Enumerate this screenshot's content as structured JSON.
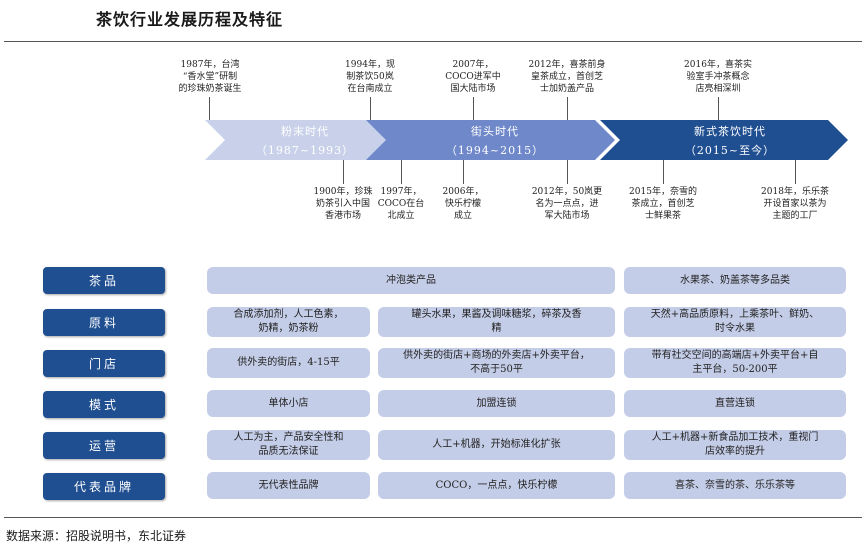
{
  "title": "茶饮行业发展历程及特征",
  "eras": [
    {
      "name": "粉末时代",
      "range": "（1987~1993）"
    },
    {
      "name": "街头时代",
      "range": "（1994~2015）"
    },
    {
      "name": "新式茶饮时代",
      "range": "（2015~至今）"
    }
  ],
  "events_top": [
    "1987年，台湾\n“香水堂”研制\n的珍珠奶茶诞生",
    "1994年，现\n制茶饮50岚\n在台南成立",
    "2007年，\nCOCO进军中\n国大陆市场",
    "2012年，喜茶前身\n皇茶成立，首创芝\n士加奶盖产品",
    "2016年，喜茶实\n验室手冲茶概念\n店亮相深圳"
  ],
  "events_bottom": [
    "1900年，珍珠\n奶茶引入中国\n香港市场",
    "1997年，\nCOCO在台\n北成立",
    "2006年，\n快乐柠檬\n成立",
    "2012年，50岚更\n名为一点点，进\n军大陆市场",
    "2015年，奈雪的\n茶成立，首创芝\n士鲜果茶",
    "2018年，乐乐茶\n开设首家以茶为\n主题的工厂"
  ],
  "rows": [
    {
      "label": "茶品",
      "cells": [
        "冲泡类产品",
        "水果茶、奶盖茶等多品类"
      ]
    },
    {
      "label": "原料",
      "cells": [
        "合成添加剂，人工色素，\n奶精，奶茶粉",
        "罐头水果，果酱及调味糖浆，碎茶及香\n精",
        "天然+高品质原料，上乘茶叶、鲜奶、\n时令水果"
      ]
    },
    {
      "label": "门店",
      "cells": [
        "供外卖的街店，4-15平",
        "供外卖的街店+商场的外卖店+外卖平台，\n不高于50平",
        "带有社交空间的高端店+外卖平台+自\n主平台，50-200平"
      ]
    },
    {
      "label": "模式",
      "cells": [
        "单体小店",
        "加盟连锁",
        "直营连锁"
      ]
    },
    {
      "label": "运营",
      "cells": [
        "人工为主，产品安全性和\n品质无法保证",
        "人工+机器，开始标准化扩张",
        "人工+机器+新食品加工技术，重视门\n店效率的提升"
      ]
    },
    {
      "label": "代表品牌",
      "cells": [
        "无代表性品牌",
        "COCO，一点点，快乐柠檬",
        "喜茶、奈雪的茶、乐乐茶等"
      ]
    }
  ],
  "source": "数据来源：招股说明书，东北证券",
  "colors": {
    "arrow1": "#c9d1ea",
    "arrow2": "#6f88c9",
    "arrow3": "#1f4e91",
    "pill": "#1f4e91",
    "cell": "#c4cde7"
  }
}
